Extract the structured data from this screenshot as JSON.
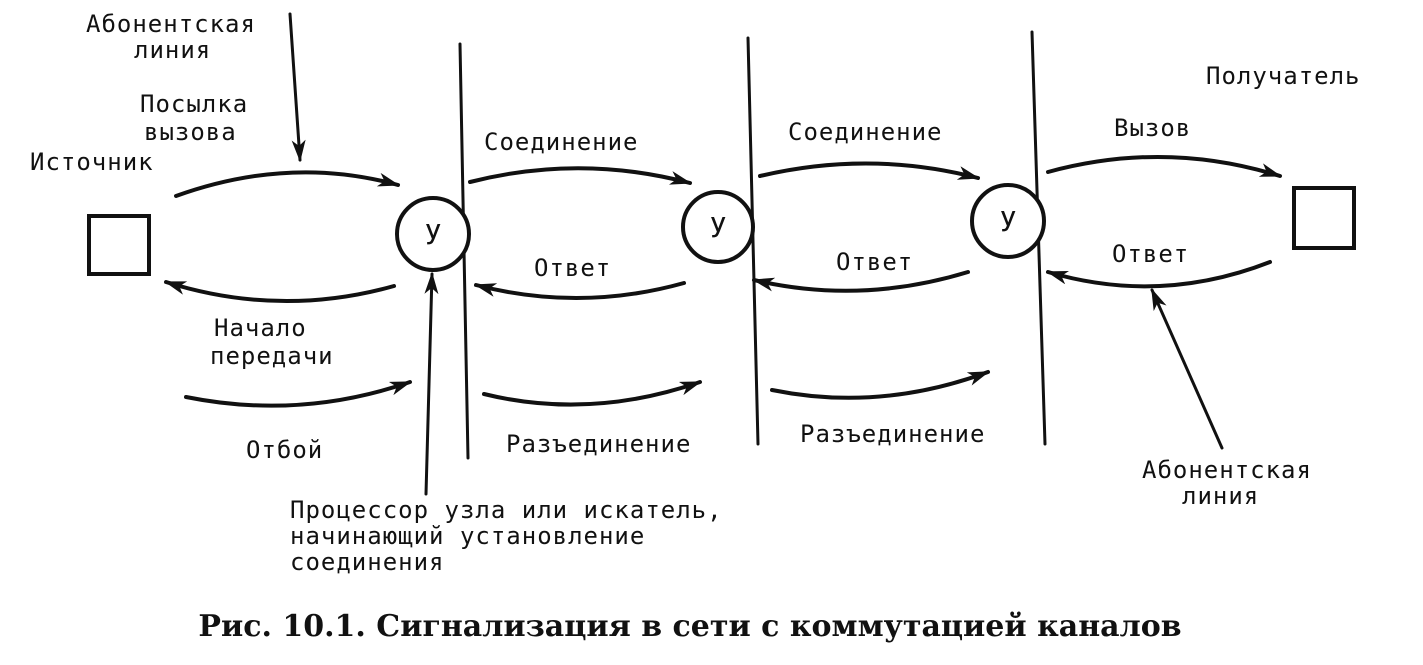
{
  "labels": {
    "subscriber_line_top_1": "Абонентская",
    "subscriber_line_top_2": "линия",
    "send_call_1": "Посылка",
    "send_call_2": "вызова",
    "source": "Источник",
    "connection_1": "Соединение",
    "connection_2": "Соединение",
    "call": "Вызов",
    "receiver": "Получатель",
    "answer_1": "Ответ",
    "answer_2": "Ответ",
    "answer_3": "Ответ",
    "start_transmission_1": "Начало",
    "start_transmission_2": "передачи",
    "hangup": "Отбой",
    "disconnection_1": "Разъединение",
    "disconnection_2": "Разъединение",
    "subscriber_line_bottom_1": "Абонентская",
    "subscriber_line_bottom_2": "линия",
    "processor_1": "Процессор узла или искатель,",
    "processor_2": "начинающий установление",
    "processor_3": "соединения"
  },
  "nodes": [
    "У",
    "У",
    "У"
  ],
  "caption": "Рис. 10.1. Сигнализация в сети с коммутацией каналов"
}
